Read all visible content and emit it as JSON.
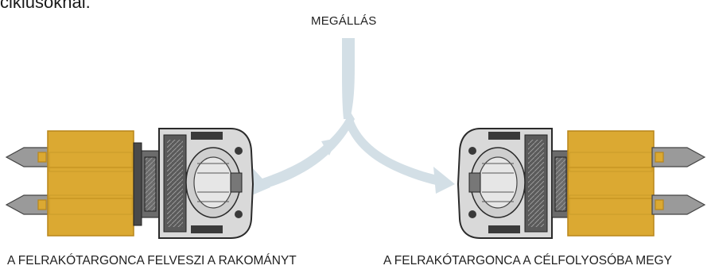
{
  "header": {
    "fragment_text": "ciklusoknál."
  },
  "flow": {
    "stop_label": "MEGÁLLÁS",
    "arrow_color": "#d3dfe6"
  },
  "captions": {
    "left": "A FELRAKÓTARGONCA FELVESZI A RAKOMÁNYT",
    "right": "A FELRAKÓTARGONCA A CÉLFOLYOSÓBA MEGY"
  },
  "colors": {
    "load_fill": "#dba932",
    "load_stroke": "#b8861a",
    "fork": "#555555",
    "machine_body": "#3a3a3a",
    "text": "#222222"
  }
}
